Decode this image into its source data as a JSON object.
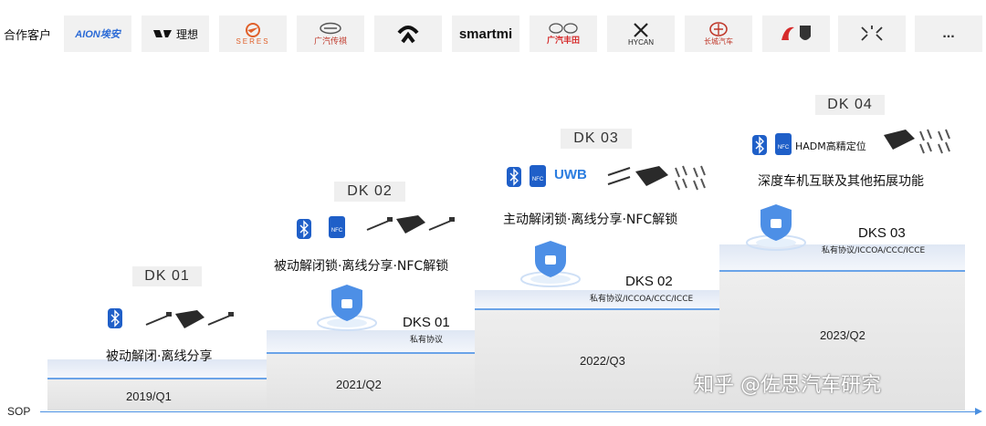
{
  "customers": {
    "label": "合作客户",
    "logos": [
      {
        "name": "AION 埃安",
        "text": "AION埃安",
        "color": "#2a6ad6"
      },
      {
        "name": "理想",
        "text": "理想",
        "color": "#111111"
      },
      {
        "name": "SERES",
        "text": "SERES",
        "color": "#e0602a"
      },
      {
        "name": "广汽传祺",
        "text": "广汽传祺",
        "color": "#c0392b"
      },
      {
        "name": "NIO",
        "text": "",
        "color": "#111111"
      },
      {
        "name": "smartmi",
        "text": "smartmi",
        "color": "#111111"
      },
      {
        "name": "广汽丰田",
        "text": "广汽丰田",
        "color": "#d62a2a"
      },
      {
        "name": "HYCAN",
        "text": "HYCAN",
        "color": "#222222"
      },
      {
        "name": "长城汽车",
        "text": "长城汽车",
        "color": "#c0392b"
      },
      {
        "name": "红旗/牧马人",
        "text": "",
        "color": "#d62a2a"
      },
      {
        "name": "小鹏",
        "text": "",
        "color": "#333333"
      },
      {
        "name": "more",
        "text": "...",
        "color": "#333333"
      }
    ]
  },
  "stages": [
    {
      "dk": "DK 01",
      "feature": "被动解闭·离线分享",
      "date": "2019/Q1",
      "dks": "",
      "dks_sub": ""
    },
    {
      "dk": "DK 02",
      "feature": "被动解闭锁·离线分享·NFC解锁",
      "date": "2021/Q2",
      "dks": "DKS 01",
      "dks_sub": "私有协议"
    },
    {
      "dk": "DK 03",
      "feature": "主动解闭锁·离线分享·NFC解锁",
      "date": "2022/Q3",
      "dks": "DKS 02",
      "dks_sub": "私有协议/ICCOA/CCC/ICCE"
    },
    {
      "dk": "DK 04",
      "feature": "深度车机互联及其他拓展功能",
      "date": "2023/Q2",
      "dks": "DKS 03",
      "dks_sub": "私有协议/ICCOA/CCC/ICCE"
    }
  ],
  "icons": {
    "nfc_text": "NFC",
    "uwb_text": "UWB",
    "hadm_text": "HADM高精定位"
  },
  "axis": {
    "label": "SOP"
  },
  "watermark": "知乎 @佐思汽车研究",
  "colors": {
    "accent": "#4a8fe0",
    "bluetooth": "#1f5fc8",
    "nfc": "#1f5fc8"
  }
}
